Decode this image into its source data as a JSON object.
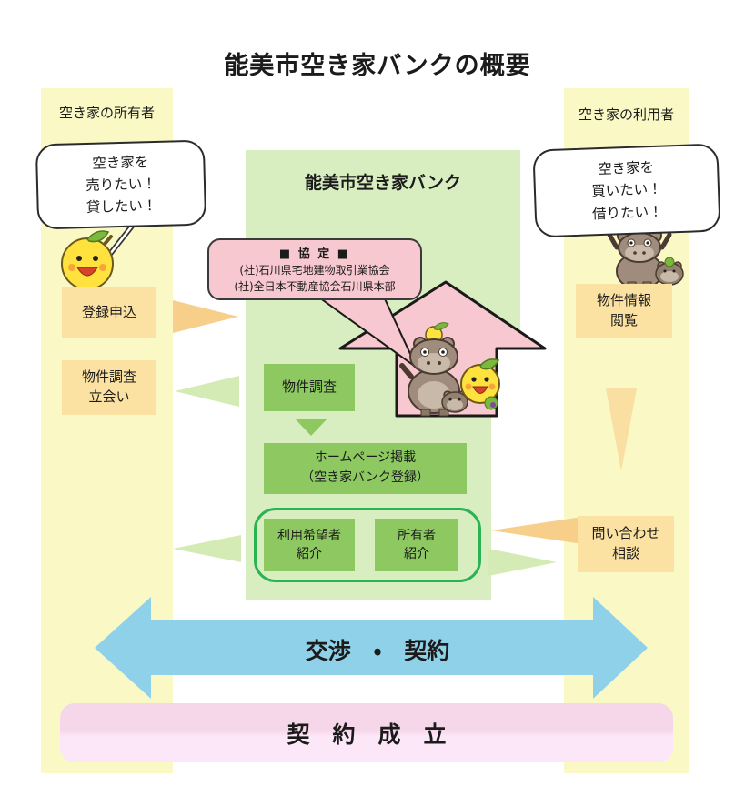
{
  "title": "能美市空き家バンクの概要",
  "owner_side": {
    "header": "空き家の所有者",
    "speech_bubble": "空き家を\n売りたい！\n貸したい！",
    "registration_box": "登録申込",
    "survey_attendance_box": "物件調査\n立会い",
    "mascot": "yuzu-character"
  },
  "user_side": {
    "header": "空き家の利用者",
    "speech_bubble": "空き家を\n買いたい！\n借りたい！",
    "info_browse_box": "物件情報\n閲覧",
    "inquiry_box": "問い合わせ\n相談",
    "mascot": "hippo-family"
  },
  "bank": {
    "title": "能美市空き家バンク",
    "agreement_box": {
      "heading": "■ 協 定 ■",
      "members": "(社)石川県宅地建物取引業協会\n(社)全日本不動産協会石川県本部"
    },
    "survey_box": "物件調査",
    "homepage_box": "ホームページ掲載\n（空き家バンク登録）",
    "intro_users_box": "利用希望者\n紹介",
    "intro_owner_box": "所有者\n紹介",
    "mascot": "hippo-family-and-yuzu-in-house-arrow"
  },
  "negotiation_label": "交渉　・　契約",
  "contract_label": "契　約　成　立",
  "colors": {
    "column_yellow": "#FAF9C6",
    "box_yellow": "#FBE2A2",
    "bank_green": "#D8EDC0",
    "box_green": "#8DC861",
    "frame_green": "#2AB352",
    "pink": "#F8C8D0",
    "arrow_blue": "#8FD1E9",
    "arrow_orange": "#F7CF8A",
    "arrow_light_green": "#D5EBB5",
    "contract_pink_top": "#F6D7E9",
    "contract_pink_bottom": "#FCE7F9"
  }
}
